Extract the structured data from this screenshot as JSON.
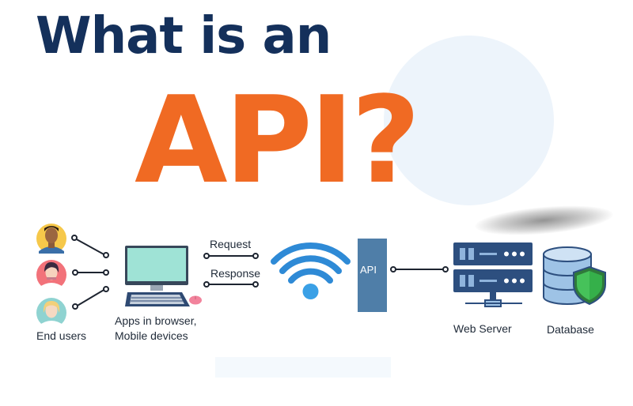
{
  "title": {
    "line1": "What is an",
    "line2": "API?"
  },
  "diagram": {
    "end_users_label": "End users",
    "apps_label_line1": "Apps in browser,",
    "apps_label_line2": "Mobile devices",
    "request_label": "Request",
    "response_label": "Response",
    "api_label": "API",
    "web_server_label": "Web Server",
    "database_label": "Database"
  },
  "colors": {
    "title_navy": "#14305b",
    "title_orange": "#f06a23",
    "wifi_blue": "#2e8ad6",
    "api_box": "#4f7ea8",
    "server_navy": "#2d4f7f",
    "database_blue": "#9ec3e6",
    "shield_green": "#35b04a",
    "avatar_yellow": "#f6c84a",
    "avatar_pink": "#f2727a",
    "avatar_teal": "#8fd3d1"
  },
  "icons": [
    "user-avatar-icon",
    "computer-icon",
    "keyboard-icon",
    "mouse-icon",
    "wifi-icon",
    "server-icon",
    "database-icon",
    "shield-icon"
  ]
}
